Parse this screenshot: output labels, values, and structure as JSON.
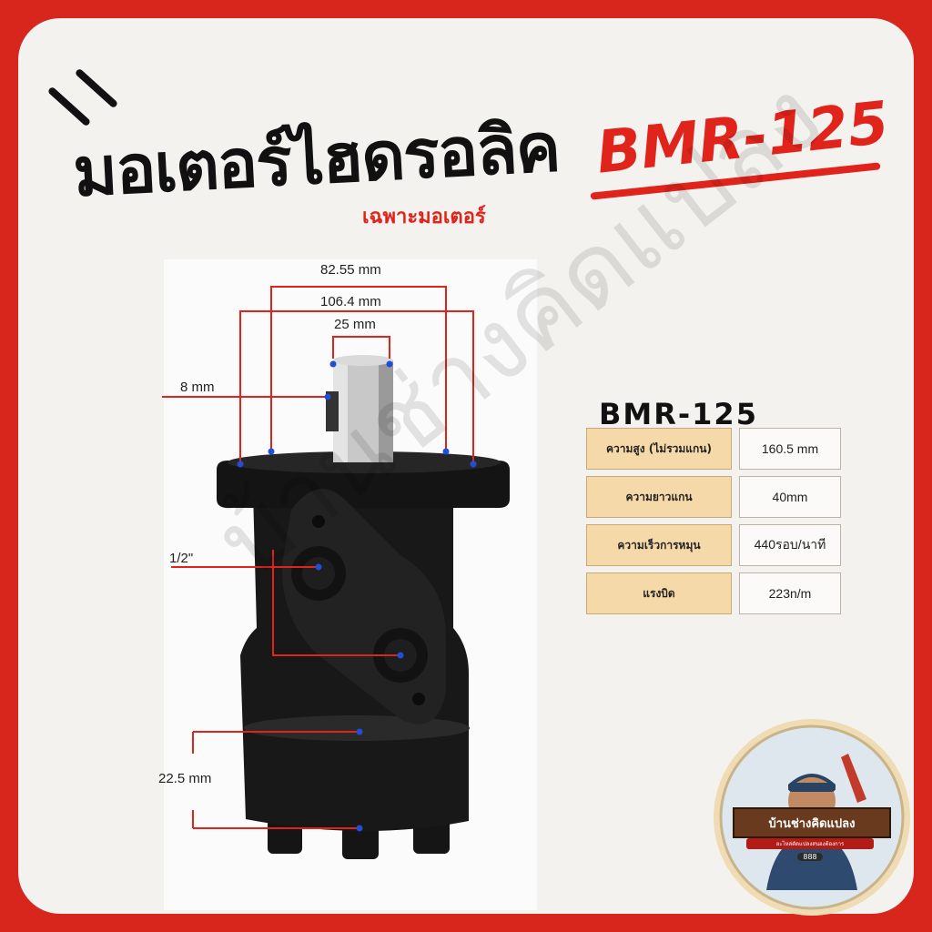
{
  "title": {
    "thai": "มอเตอร์ไฮดรอลิค",
    "model": "BMR-125",
    "subtitle": "เฉพาะมอเตอร์"
  },
  "dimensions": {
    "top_width": "82.55 mm",
    "flange_width": "106.4 mm",
    "shaft_width": "25 mm",
    "key_width": "8 mm",
    "port_size": "1/2\"",
    "body_height": "22.5 mm"
  },
  "specs": {
    "heading": "BMR-125",
    "rows": [
      {
        "label": "ความสูง (ไม่รวมแกน)",
        "value": "160.5 mm"
      },
      {
        "label": "ความยาวแกน",
        "value": "40mm"
      },
      {
        "label": "ความเร็วการหมุน",
        "value": "440รอบ/นาที"
      },
      {
        "label": "แรงบิด",
        "value": "223n/m"
      }
    ]
  },
  "watermark": "บ้านช่างคิดแปลง",
  "logo": {
    "banner": "บ้านช่างคิดแปลง",
    "tagline": "อะไหล่ดัดแปลงสนองต้องการ",
    "number": "888"
  },
  "colors": {
    "frame": "#d9261c",
    "accent": "#e0231b",
    "dimension_line": "#e0231b",
    "dimension_point": "#1f4fd6",
    "spec_label_bg": "#f6d9a8"
  }
}
